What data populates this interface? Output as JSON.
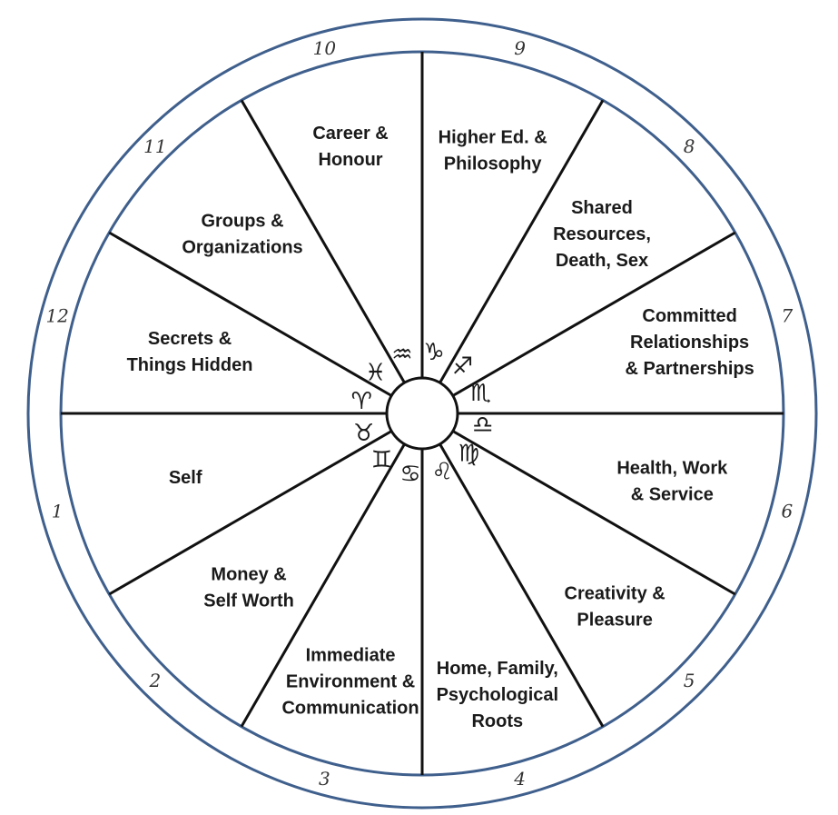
{
  "colors": {
    "ring": "#3f5f8c",
    "divider": "#111111",
    "text": "#1a1a1a"
  },
  "houses": [
    {
      "number": "1",
      "lines": [
        "Self"
      ],
      "sign": "♈",
      "sign_name": "aries-icon"
    },
    {
      "number": "2",
      "lines": [
        "Money &",
        "Self Worth"
      ],
      "sign": "♉",
      "sign_name": "taurus-icon"
    },
    {
      "number": "3",
      "lines": [
        "Immediate",
        "Environment &",
        "Communication"
      ],
      "sign": "♊",
      "sign_name": "gemini-icon"
    },
    {
      "number": "4",
      "lines": [
        "Home, Family,",
        "Psychological",
        "Roots"
      ],
      "sign": "♋",
      "sign_name": "cancer-icon"
    },
    {
      "number": "5",
      "lines": [
        "Creativity &",
        "Pleasure"
      ],
      "sign": "♌",
      "sign_name": "leo-icon"
    },
    {
      "number": "6",
      "lines": [
        "Health, Work",
        "& Service"
      ],
      "sign": "♍",
      "sign_name": "virgo-icon"
    },
    {
      "number": "7",
      "lines": [
        "Committed",
        "Relationships",
        "& Partnerships"
      ],
      "sign": "♎",
      "sign_name": "libra-icon"
    },
    {
      "number": "8",
      "lines": [
        "Shared",
        "Resources,",
        "Death, Sex"
      ],
      "sign": "♏",
      "sign_name": "scorpio-icon"
    },
    {
      "number": "9",
      "lines": [
        "Higher Ed. &",
        "Philosophy"
      ],
      "sign": "♐",
      "sign_name": "sagittarius-icon"
    },
    {
      "number": "10",
      "lines": [
        "Career &",
        "Honour"
      ],
      "sign": "♑",
      "sign_name": "capricorn-icon"
    },
    {
      "number": "11",
      "lines": [
        "Groups &",
        "Organizations"
      ],
      "sign": "♒",
      "sign_name": "aquarius-icon"
    },
    {
      "number": "12",
      "lines": [
        "Secrets &",
        "Things Hidden"
      ],
      "sign": "♓",
      "sign_name": "pisces-icon"
    }
  ]
}
